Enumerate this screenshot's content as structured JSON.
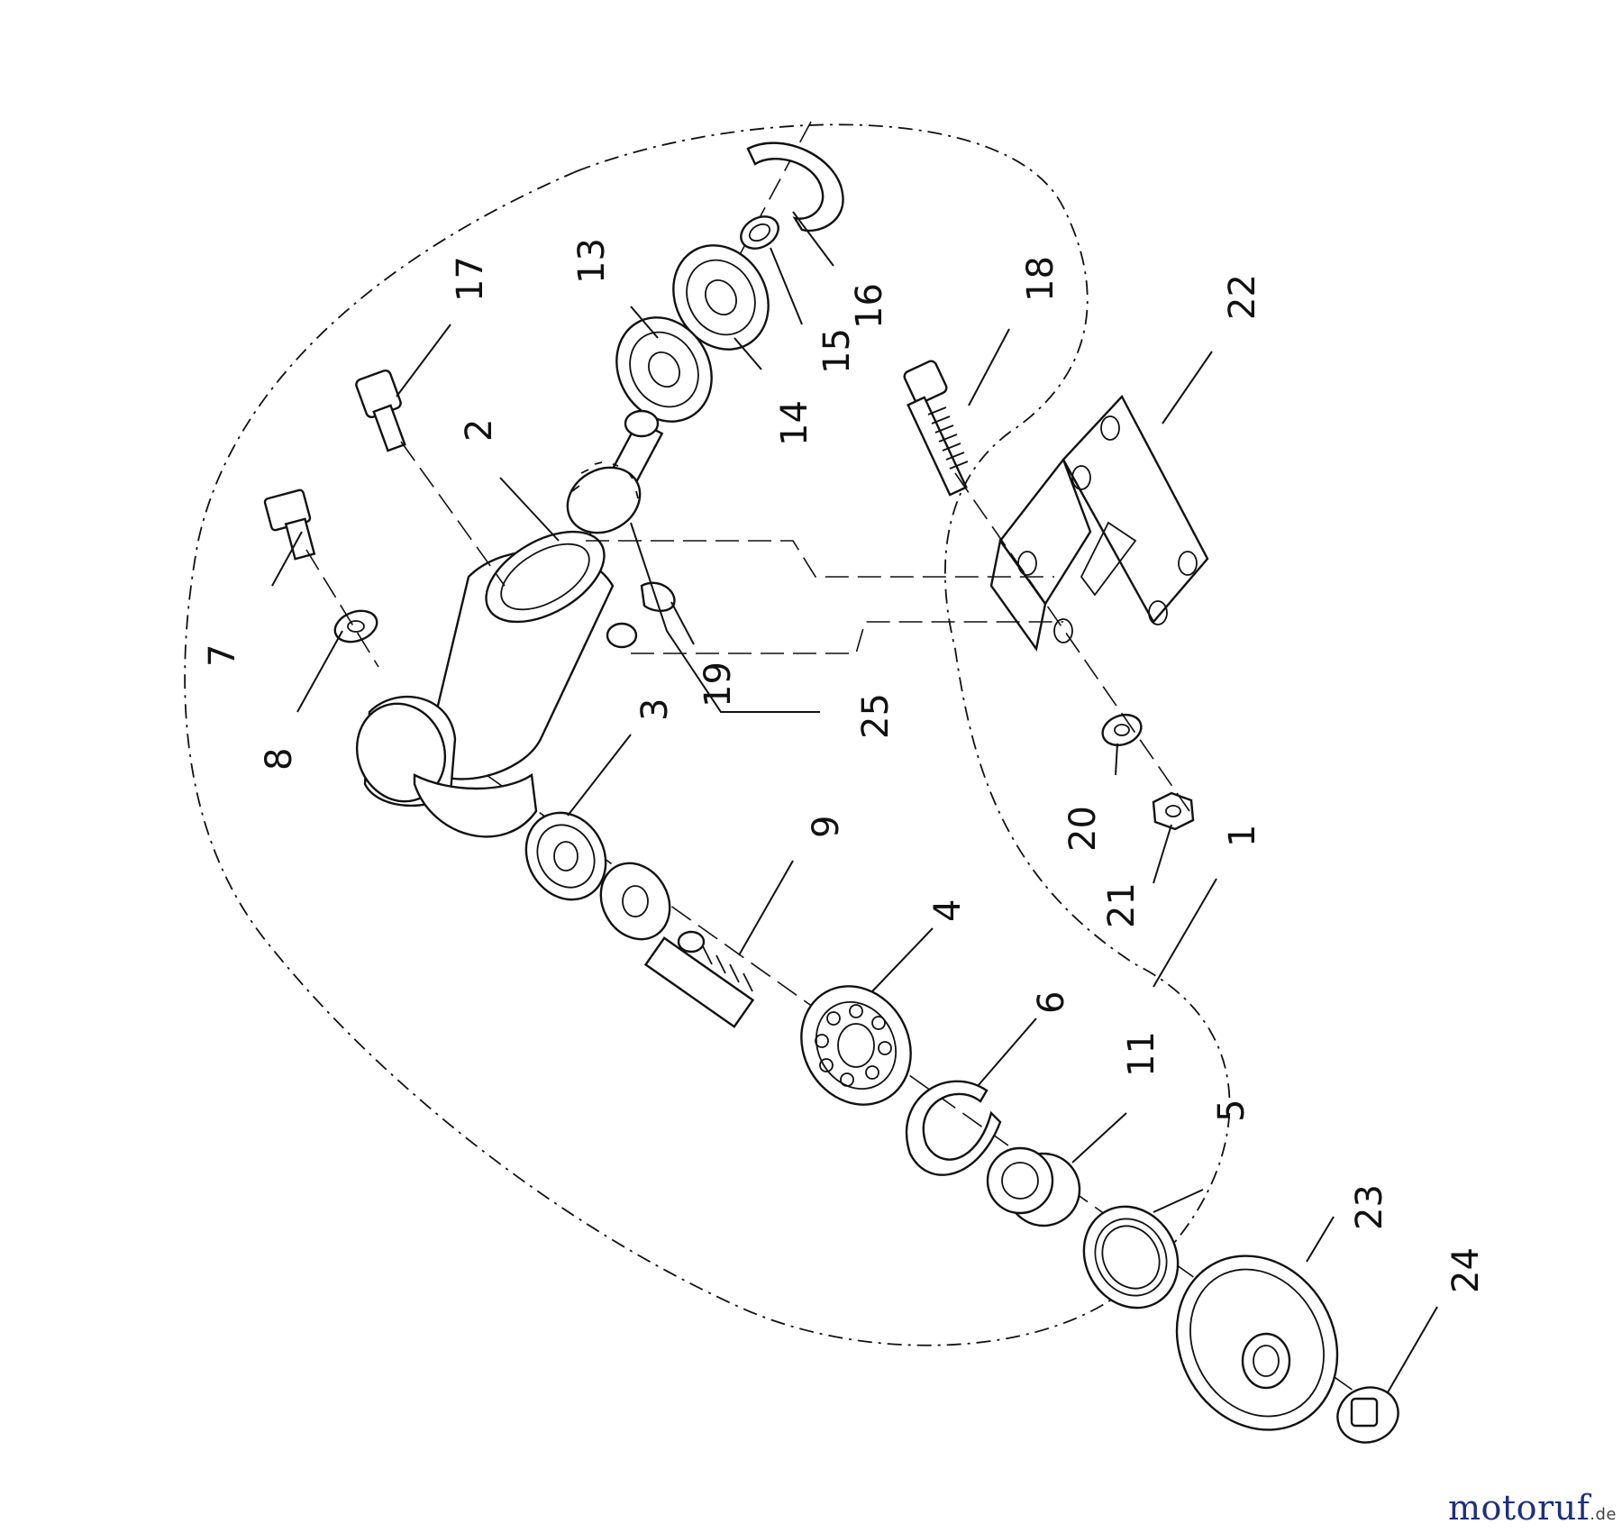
{
  "callouts": [
    "1",
    "2",
    "3",
    "4",
    "5",
    "6",
    "7",
    "8",
    "9",
    "11",
    "13",
    "14",
    "15",
    "16",
    "17",
    "18",
    "19",
    "20",
    "21",
    "22",
    "23",
    "24",
    "25"
  ],
  "brand": {
    "name": "motoruf",
    "suffix": ".de",
    "dot_colors": [
      "#e2231a",
      "#f6a800",
      "#2aa2dc"
    ],
    "name_color": "#1f2f7a"
  }
}
